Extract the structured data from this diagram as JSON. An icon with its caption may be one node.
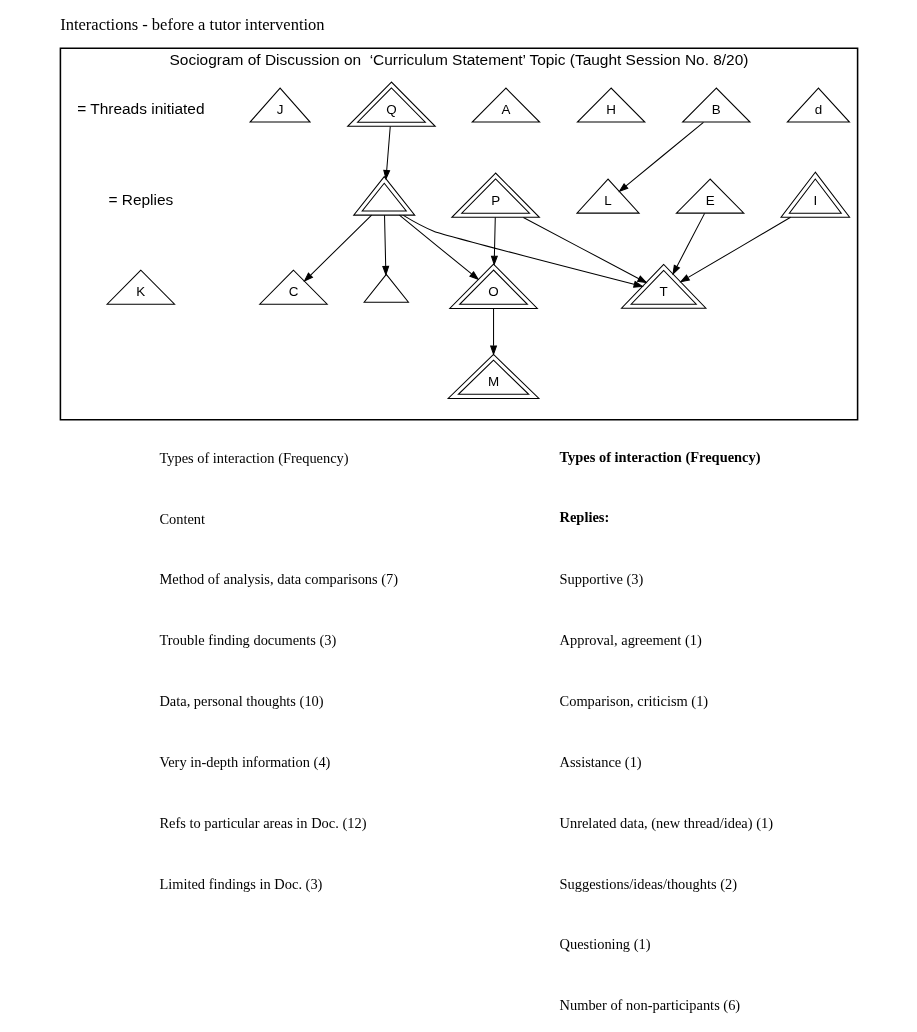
{
  "diagram": {
    "title": "Interactions - before a tutor intervention",
    "nodes": [
      {
        "text": [
          "Sociogram of Discussion on  ‘Curriculum Statement’ Topic (Taught Session No. 8/20)"
        ]
      },
      {
        "text": [
          "d"
        ],
        "in": 0
      },
      {
        "text": [
          "I"
        ],
        "in": 0
      },
      {
        "text": [
          "P"
        ],
        "in": 0
      },
      {
        "text": [
          "O"
        ],
        "in": 0
      },
      {
        "text": [
          "B"
        ],
        "in": 0
      },
      {
        "text": [
          "M"
        ],
        "in": 0
      },
      {
        "text": [
          "H"
        ],
        "in": 0
      },
      {
        "text": [
          "K"
        ],
        "in": 0
      },
      {
        "text": [
          "A"
        ],
        "in": 0
      },
      {
        "text": [],
        "shape": "triangle",
        "in": 0
      },
      {
        "text": [
          "L"
        ],
        "in": 0
      },
      {
        "text": [],
        "shape": "triangle",
        "in": 0
      },
      {
        "text": [
          "Q"
        ],
        "in": 0
      },
      {
        "text": [
          "E"
        ],
        "in": 0
      },
      {
        "text": [
          "C"
        ],
        "in": 0
      },
      {
        "text": [
          "T"
        ],
        "in": 0
      },
      {
        "text": [
          "J"
        ],
        "in": 0
      }
    ],
    "edges": [
      {
        "from": 3,
        "to": 4,
        "arrow": "to"
      },
      {
        "from": 2,
        "to": 16,
        "arrow": "to"
      },
      {
        "from": 3,
        "to": 16,
        "arrow": "to"
      },
      {
        "from": 4,
        "to": 6,
        "arrow": "to"
      },
      {
        "from": 10,
        "to": 4,
        "arrow": "to"
      },
      {
        "from": 5,
        "to": 11,
        "arrow": "to"
      },
      {
        "from": 10,
        "to": 15,
        "arrow": "to"
      },
      {
        "from": 13,
        "to": 10,
        "arrow": "to"
      },
      {
        "from": 10,
        "to": 12,
        "arrow": "to"
      },
      {
        "from": 10,
        "to": 16,
        "arrow": "to"
      },
      {
        "from": 14,
        "to": 16,
        "arrow": "to"
      }
    ],
    "labels": [
      "Types of interaction (Frequency)",
      "Types of interaction (Frequency)",
      "Content",
      "Replies:",
      "Method of analysis, data comparisons (7)",
      "Supportive (3)",
      "Trouble finding documents (3)",
      "Approval, agreement (1)",
      "Data, personal thoughts (10)",
      "Comparison, criticism (1)",
      "Very in-depth information (4)",
      "Assistance (1)",
      "Refs to particular areas in Doc. (12)",
      "Unrelated data, (new thread/idea) (1)",
      "Limited findings in Doc. (3)",
      "Suggestions/ideas/thoughts (2)",
      "Questioning (1)",
      "Number of non-participants (6)"
    ],
    "legend": [
      {
        "text": "= Threads initiated"
      },
      {
        "text": "= Replies"
      }
    ]
  }
}
